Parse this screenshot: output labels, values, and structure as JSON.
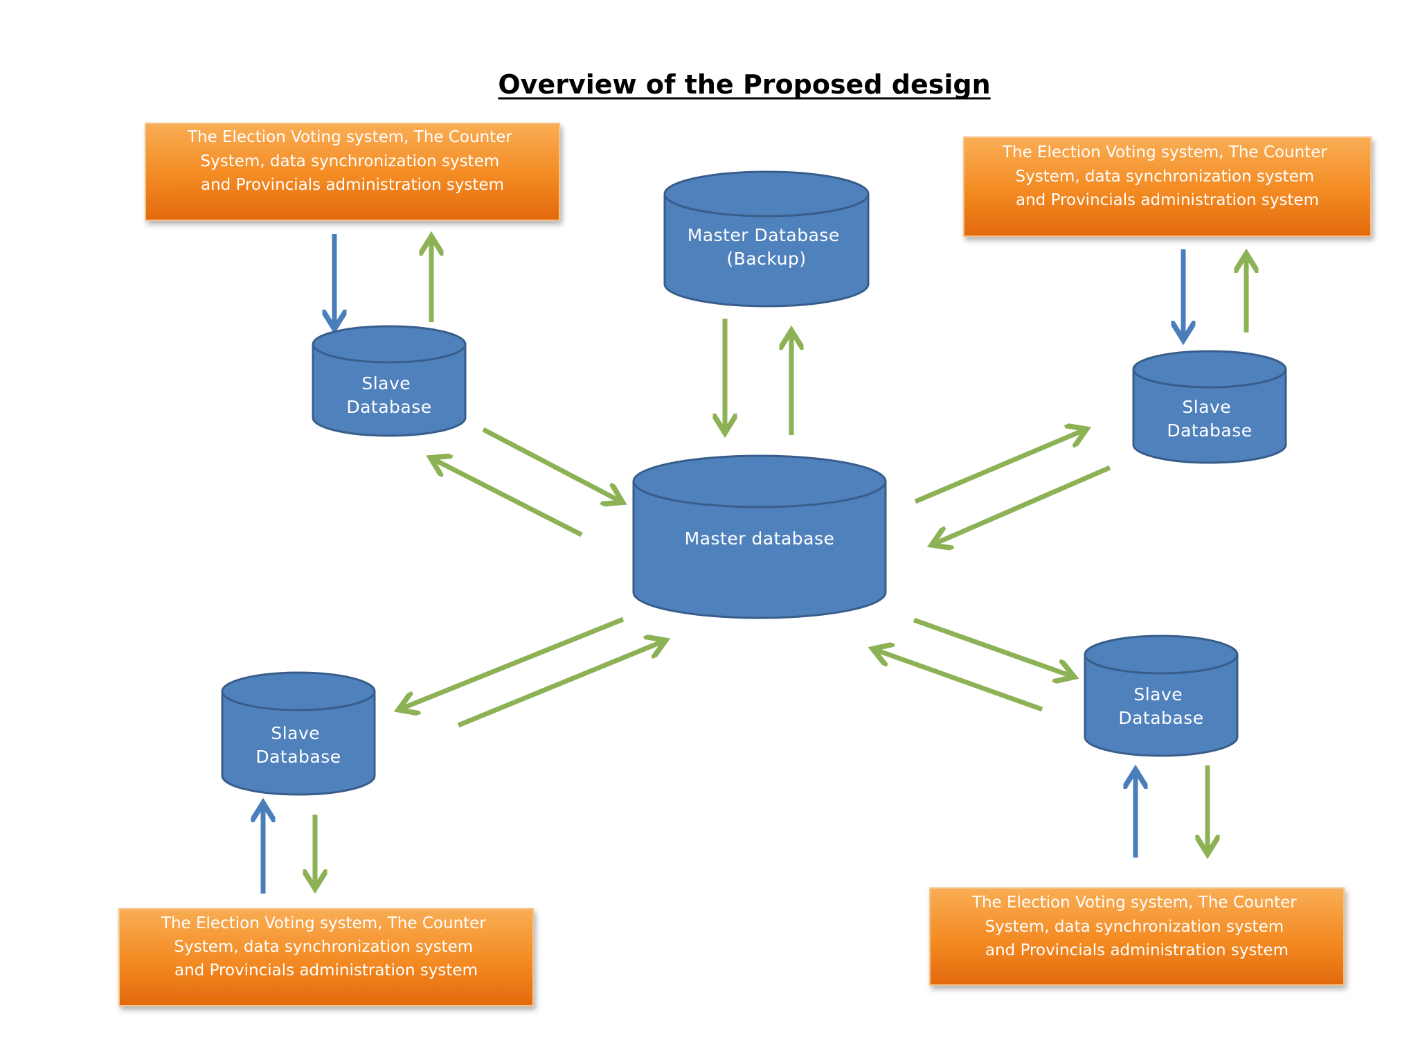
{
  "title": "Overview of the Proposed design",
  "colors": {
    "box_fill_top": "#f7a13c",
    "box_fill_bottom": "#e46c0a",
    "box_edge": "#f0b874",
    "db_fill": "#4f81bd",
    "db_top": "#5b8ccb",
    "db_stroke": "#385d8a",
    "arrow_green": "#8db255",
    "arrow_blue": "#4a7ebb"
  },
  "databases": {
    "master": {
      "label_lines": [
        "Master database"
      ]
    },
    "master_backup": {
      "label_lines": [
        "Master Database",
        "(Backup)"
      ]
    },
    "slave_top_left": {
      "label_lines": [
        "Slave",
        "Database"
      ]
    },
    "slave_top_right": {
      "label_lines": [
        "Slave",
        "Database"
      ]
    },
    "slave_bottom_left": {
      "label_lines": [
        "Slave",
        "Database"
      ]
    },
    "slave_bottom_right": {
      "label_lines": [
        "Slave",
        "Database"
      ]
    }
  },
  "system_boxes": {
    "top_left": {
      "lines": [
        "The Election Voting system, The Counter",
        "System, data synchronization system",
        "and Provincials administration system"
      ]
    },
    "top_right": {
      "lines": [
        "The Election Voting system, The Counter",
        "System, data synchronization system",
        "and Provincials administration system"
      ]
    },
    "bottom_left": {
      "lines": [
        "The Election Voting system, The Counter",
        "System, data synchronization system",
        "and Provincials administration system"
      ]
    },
    "bottom_right": {
      "lines": [
        "The Election Voting system, The Counter",
        "System, data synchronization system",
        "and Provincials administration system"
      ]
    }
  },
  "connections": [
    {
      "from": "system_boxes.top_left",
      "to": "databases.slave_top_left",
      "color": "blue"
    },
    {
      "from": "databases.slave_top_left",
      "to": "system_boxes.top_left",
      "color": "green"
    },
    {
      "from": "system_boxes.top_right",
      "to": "databases.slave_top_right",
      "color": "blue"
    },
    {
      "from": "databases.slave_top_right",
      "to": "system_boxes.top_right",
      "color": "green"
    },
    {
      "from": "system_boxes.bottom_left",
      "to": "databases.slave_bottom_left",
      "color": "blue"
    },
    {
      "from": "databases.slave_bottom_left",
      "to": "system_boxes.bottom_left",
      "color": "green"
    },
    {
      "from": "system_boxes.bottom_right",
      "to": "databases.slave_bottom_right",
      "color": "blue"
    },
    {
      "from": "databases.slave_bottom_right",
      "to": "system_boxes.bottom_right",
      "color": "green"
    },
    {
      "from": "databases.master_backup",
      "to": "databases.master",
      "color": "green"
    },
    {
      "from": "databases.master",
      "to": "databases.master_backup",
      "color": "green"
    },
    {
      "from": "databases.slave_top_left",
      "to": "databases.master",
      "color": "green"
    },
    {
      "from": "databases.master",
      "to": "databases.slave_top_left",
      "color": "green"
    },
    {
      "from": "databases.master",
      "to": "databases.slave_top_right",
      "color": "green"
    },
    {
      "from": "databases.slave_top_right",
      "to": "databases.master",
      "color": "green"
    },
    {
      "from": "databases.master",
      "to": "databases.slave_bottom_left",
      "color": "green"
    },
    {
      "from": "databases.slave_bottom_left",
      "to": "databases.master",
      "color": "green"
    },
    {
      "from": "databases.master",
      "to": "databases.slave_bottom_right",
      "color": "green"
    },
    {
      "from": "databases.slave_bottom_right",
      "to": "databases.master",
      "color": "green"
    }
  ]
}
